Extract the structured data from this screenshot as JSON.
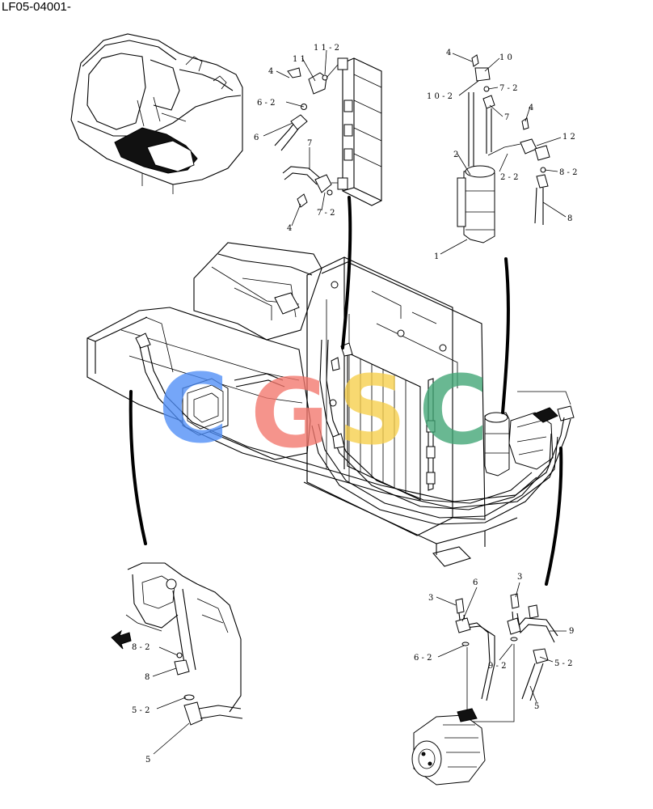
{
  "page": {
    "title": "LF05-04001-"
  },
  "watermark": {
    "letters": [
      {
        "char": "C",
        "color": "#4f8ef7"
      },
      {
        "char": "G",
        "color": "#f3776c"
      },
      {
        "char": "S",
        "color": "#f7cf4a"
      },
      {
        "char": "C",
        "color": "#3fa574"
      }
    ]
  },
  "callouts": {
    "c_11_2": "1 1 - 2",
    "c_11": "1 1",
    "c_4_a": "4",
    "c_6_2_a": "6 - 2",
    "c_6_a": "6",
    "c_7_a": "7",
    "c_7_2_a": "7 - 2",
    "c_4_b": "4",
    "c_4_c": "4",
    "c_10": "1 0",
    "c_10_2": "1 0 - 2",
    "c_7_2_b": "7 - 2",
    "c_7_b": "7",
    "c_4_d": "4",
    "c_12": "1 2",
    "c_2": "2",
    "c_2_2": "2 - 2",
    "c_8_2_a": "8 - 2",
    "c_8_a": "8",
    "c_1": "1",
    "c_8_2_b": "8 - 2",
    "c_8_b": "8",
    "c_5_2_a": "5 - 2",
    "c_5_a": "5",
    "c_3_a": "3",
    "c_6_b": "6",
    "c_3_b": "3",
    "c_9": "9",
    "c_6_2_b": "6 - 2",
    "c_9_2": "9 - 2",
    "c_5_2_b": "5 - 2",
    "c_5_b": "5"
  }
}
